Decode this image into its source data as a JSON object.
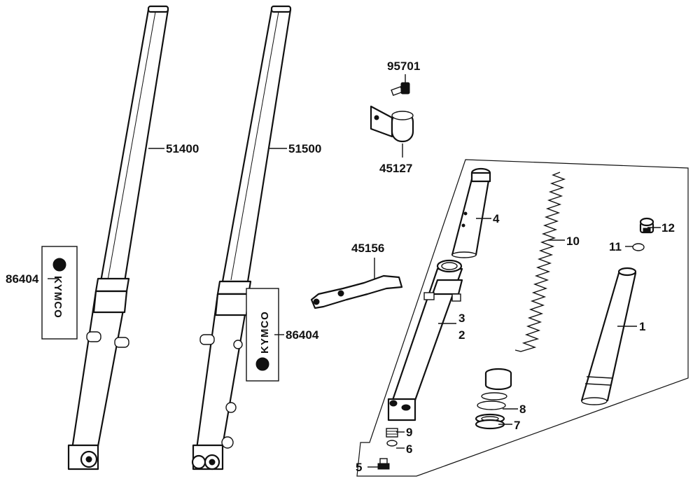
{
  "labels": {
    "fork_left": "51400",
    "fork_right": "51500",
    "sticker_left": "86404",
    "sticker_right": "86404",
    "bolt": "95701",
    "clamp": "45127",
    "bracket": "45156",
    "p1": "1",
    "p2": "2",
    "p3": "3",
    "p4": "4",
    "p5": "5",
    "p6": "6",
    "p7": "7",
    "p8": "8",
    "p9": "9",
    "p10": "10",
    "p11": "11",
    "p12": "12"
  },
  "brand": {
    "left": "KYMCO",
    "right": "KYMCO"
  }
}
